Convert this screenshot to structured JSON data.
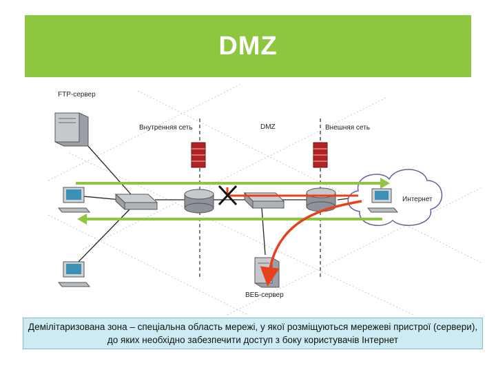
{
  "title": "DMZ",
  "labels": {
    "ftp_server": "FTP-сервер",
    "internal_network": "Внутренняя сеть",
    "dmz": "DMZ",
    "external_network": "Внешняя сеть",
    "internet": "Интернет",
    "web_server": "ВЕБ-сервер"
  },
  "caption": "Демілітаризована зона – спеціальна область мережі, у якої розміщуються мережеві пристрої (сервери), до яких необхідно забезпечити доступ з боку користувачів Інтернет",
  "colors": {
    "title_bg": "#8dc63f",
    "green_arrow": "#8dc63f",
    "red_arrow": "#e8401c",
    "caption_bg": "#ccebf2",
    "firewall": "#b22222"
  },
  "icons": [
    "server-icon",
    "workstation-icon",
    "switch-icon",
    "router-icon",
    "firewall-icon",
    "cloud-icon",
    "blocked-x-icon"
  ]
}
